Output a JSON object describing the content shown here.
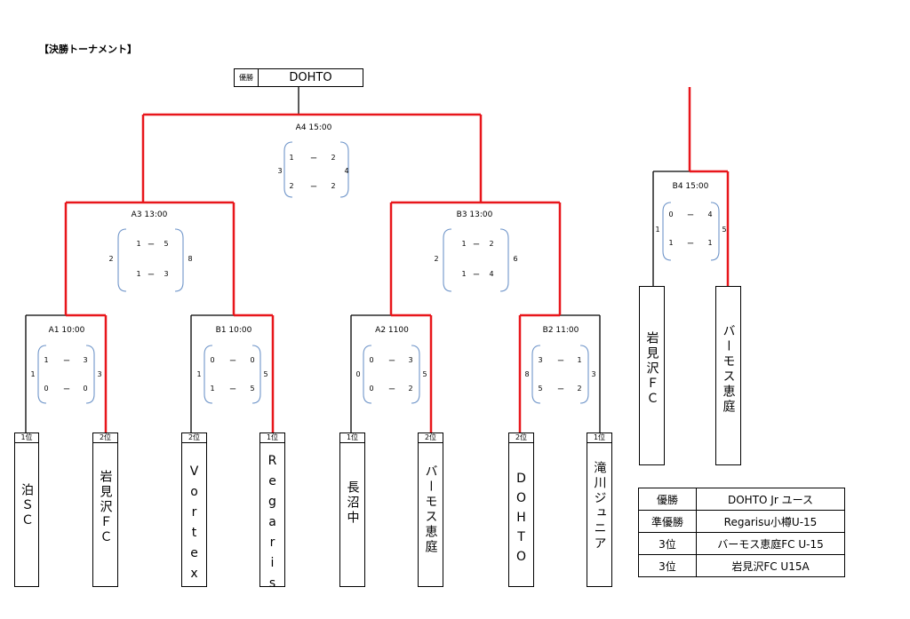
{
  "title": "【決勝トーナメント】",
  "champion": {
    "label": "優勝",
    "name": "DOHTO"
  },
  "matches": [
    {
      "id": "A4",
      "label": "A4  15:00",
      "row1": [
        "1",
        "2"
      ],
      "row2": [
        "2",
        "2"
      ],
      "side": [
        "3",
        "4"
      ]
    },
    {
      "id": "A3",
      "label": "A3  13:00",
      "row1": [
        "1",
        "5"
      ],
      "row2": [
        "1",
        "3"
      ],
      "side": [
        "2",
        "8"
      ]
    },
    {
      "id": "B3",
      "label": "B3  13:00",
      "row1": [
        "1",
        "2"
      ],
      "row2": [
        "1",
        "4"
      ],
      "side": [
        "2",
        "6"
      ]
    },
    {
      "id": "A1",
      "label": "A1  10:00",
      "row1": [
        "1",
        "3"
      ],
      "row2": [
        "0",
        "0"
      ],
      "side": [
        "1",
        "3"
      ]
    },
    {
      "id": "B1",
      "label": "B1  10:00",
      "row1": [
        "0",
        "0"
      ],
      "row2": [
        "1",
        "5"
      ],
      "side": [
        "1",
        "5"
      ]
    },
    {
      "id": "A2",
      "label": "A2  1100",
      "row1": [
        "0",
        "3"
      ],
      "row2": [
        "0",
        "2"
      ],
      "side": [
        "0",
        "5"
      ]
    },
    {
      "id": "B2",
      "label": "B2  11:00",
      "row1": [
        "3",
        "1"
      ],
      "row2": [
        "5",
        "2"
      ],
      "side": [
        "8",
        "3"
      ]
    },
    {
      "id": "B4",
      "label": "B4  15:00",
      "row1": [
        "0",
        "4"
      ],
      "row2": [
        "1",
        "1"
      ],
      "side": [
        "1",
        "5"
      ]
    }
  ],
  "dash": "ー",
  "teams": [
    {
      "rank": "1位",
      "name": "泊ＳＣ"
    },
    {
      "rank": "2位",
      "name": "岩見沢ＦＣ"
    },
    {
      "rank": "2位",
      "name": "Vortex"
    },
    {
      "rank": "1位",
      "name": "Regaris"
    },
    {
      "rank": "1位",
      "name": "長沼中"
    },
    {
      "rank": "2位",
      "name": "バーモス恵庭"
    },
    {
      "rank": "2位",
      "name": "DOHTO"
    },
    {
      "rank": "1位",
      "name": "滝川ジュニア"
    }
  ],
  "third_place_teams": [
    {
      "name": "岩見沢ＦＣ"
    },
    {
      "name": "バーモス恵庭"
    }
  ],
  "results": [
    {
      "place": "優勝",
      "team": "DOHTO  Jr  ユース"
    },
    {
      "place": "準優勝",
      "team": "Regarisu小樽U-15"
    },
    {
      "place": "3位",
      "team": "バーモス恵庭FC  U-15"
    },
    {
      "place": "3位",
      "team": "岩見沢FC  U15A"
    }
  ],
  "colors": {
    "win_line": "#e8161b",
    "line": "#000000",
    "bracket": "#6f95c9"
  }
}
